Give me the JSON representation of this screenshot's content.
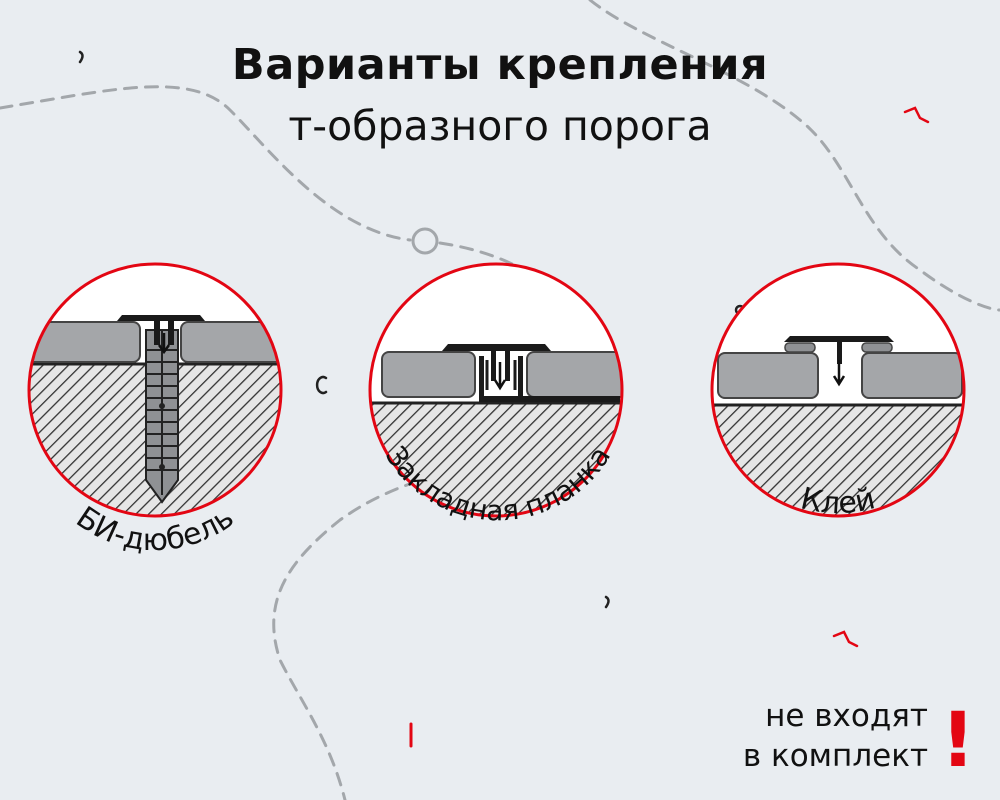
{
  "title": {
    "line1": "Варианты крепления",
    "line2": "т-образного порога"
  },
  "options": [
    {
      "label": "БИ-дюбель"
    },
    {
      "label": "Закладная планка"
    },
    {
      "label": "Клей"
    }
  ],
  "note": {
    "line1": "не входят",
    "line2": "в комплект",
    "mark": "!"
  },
  "colors": {
    "background": "#e9edf1",
    "accent": "#e30613",
    "text": "#111111",
    "board": "#a4a6a9",
    "dashes": "#a3a7ab"
  }
}
